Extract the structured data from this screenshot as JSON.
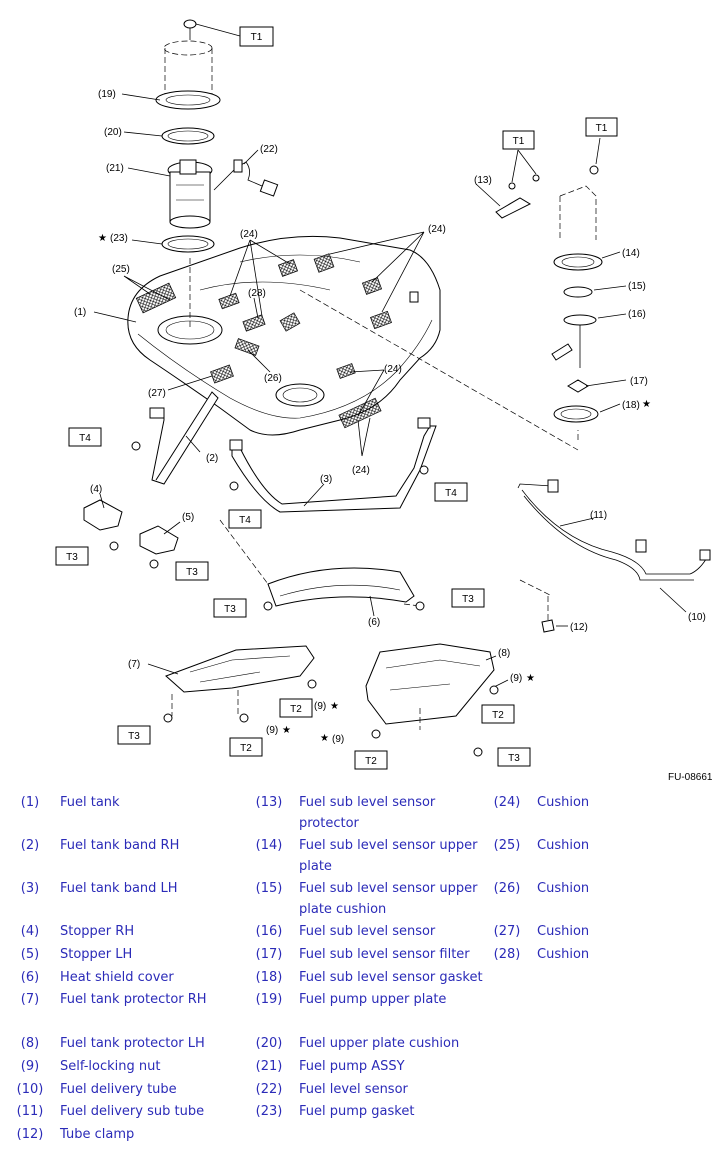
{
  "diagram": {
    "figure_code": "FU-08661",
    "torque_labels": [
      "T1",
      "T2",
      "T3",
      "T4"
    ],
    "callouts": [
      "(1)",
      "(2)",
      "(3)",
      "(4)",
      "(5)",
      "(6)",
      "(7)",
      "(8)",
      "(9)",
      "(10)",
      "(11)",
      "(12)",
      "(13)",
      "(14)",
      "(15)",
      "(16)",
      "(17)",
      "(18)",
      "(19)",
      "(20)",
      "(21)",
      "(22)",
      "(23)",
      "(24)",
      "(25)",
      "(26)",
      "(27)",
      "(28)"
    ],
    "star_symbol": "★"
  },
  "legend": [
    {
      "num": "(1)",
      "name": "Fuel tank"
    },
    {
      "num": "(2)",
      "name": "Fuel tank band RH"
    },
    {
      "num": "(3)",
      "name": "Fuel tank band LH"
    },
    {
      "num": "(4)",
      "name": "Stopper RH"
    },
    {
      "num": "(5)",
      "name": "Stopper LH"
    },
    {
      "num": "(6)",
      "name": "Heat shield cover"
    },
    {
      "num": "(7)",
      "name": "Fuel tank protector RH"
    },
    {
      "num": "(8)",
      "name": "Fuel tank protector LH"
    },
    {
      "num": "(9)",
      "name": "Self-locking nut"
    },
    {
      "num": "(10)",
      "name": "Fuel delivery tube"
    },
    {
      "num": "(11)",
      "name": "Fuel delivery sub tube"
    },
    {
      "num": "(12)",
      "name": "Tube clamp"
    },
    {
      "num": "(13)",
      "name": "Fuel sub level sensor protector"
    },
    {
      "num": "(14)",
      "name": "Fuel sub level sensor upper plate"
    },
    {
      "num": "(15)",
      "name": "Fuel sub level sensor upper plate cushion"
    },
    {
      "num": "(16)",
      "name": "Fuel sub level sensor"
    },
    {
      "num": "(17)",
      "name": "Fuel sub level sensor filter"
    },
    {
      "num": "(18)",
      "name": "Fuel sub level sensor gasket"
    },
    {
      "num": "(19)",
      "name": "Fuel pump upper plate"
    },
    {
      "num": "(20)",
      "name": "Fuel upper plate cushion"
    },
    {
      "num": "(21)",
      "name": "Fuel pump ASSY"
    },
    {
      "num": "(22)",
      "name": "Fuel level sensor"
    },
    {
      "num": "(23)",
      "name": "Fuel pump gasket"
    },
    {
      "num": "(24)",
      "name": "Cushion"
    },
    {
      "num": "(25)",
      "name": "Cushion"
    },
    {
      "num": "(26)",
      "name": "Cushion"
    },
    {
      "num": "(27)",
      "name": "Cushion"
    },
    {
      "num": "(28)",
      "name": "Cushion"
    }
  ]
}
